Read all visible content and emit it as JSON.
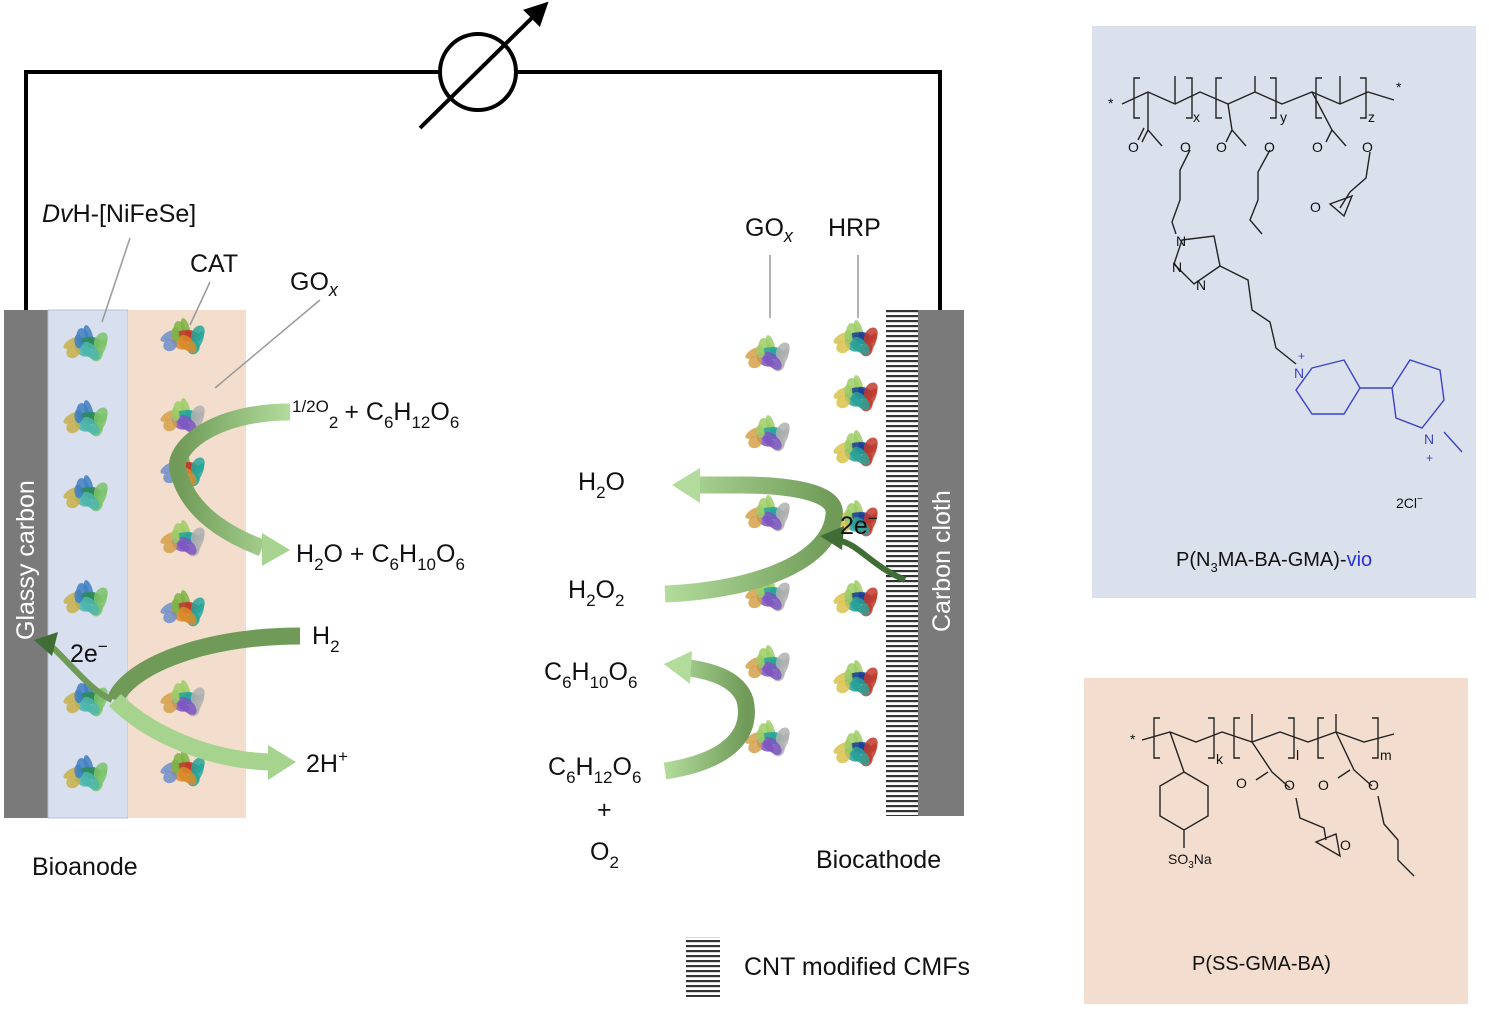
{
  "bioanode": {
    "label": "Bioanode",
    "electrode": "Glassy carbon",
    "enzyme_prefix": "Dv",
    "enzyme_main": "H-[NiFeSe]",
    "cat": "CAT",
    "gox": "GO",
    "gox_sub": "x",
    "reaction_top_left": "1/2O",
    "reaction_top_rest": "+ C",
    "products_top": "H",
    "products_top_mid": "O + C",
    "h2": "H",
    "two_h": "2H",
    "electrons": "2e",
    "electrons_sup": "−",
    "plus_sup": "+"
  },
  "biocathode": {
    "label": "Biocathode",
    "electrode": "Carbon cloth",
    "gox": "GO",
    "gox_sub": "x",
    "hrp": "HRP",
    "water": "H",
    "water_o": "O",
    "peroxide": "H",
    "peroxide_o": "O",
    "gluconolactone": "C",
    "glucose": "C",
    "plus": "+",
    "oxygen": "O",
    "electrons": "2e",
    "electrons_sup": "−",
    "sub2": "2",
    "sub6": "6",
    "sub10": "10",
    "sub12": "12",
    "letter_h": "H",
    "letter_o": "O"
  },
  "legend": {
    "cnt": "CNT modified CMFs"
  },
  "polymer_vio": {
    "name_prefix": "P(N",
    "name_sub": "3",
    "name_mid": "MA-BA-GMA)-",
    "name_vio": "vio",
    "counter_ion": "2Cl",
    "counter_sup": "−",
    "bg_color": "#dbe1ec",
    "vio_color": "#3a43c8",
    "atoms": [
      "O",
      "O",
      "O",
      "O",
      "O",
      "O",
      "O",
      "N",
      "N",
      "N",
      "N",
      "N",
      "+",
      "+",
      "x",
      "y",
      "z",
      "*",
      "*"
    ]
  },
  "polymer_ss": {
    "name": "P(SS-GMA-BA)",
    "sulfonate": "SO",
    "sulfonate_sub": "3",
    "sulfonate_na": "Na",
    "bg_color": "#f3ddce",
    "atoms": [
      "O",
      "O",
      "O",
      "O",
      "O",
      "k",
      "l",
      "m",
      "*"
    ]
  },
  "colors": {
    "hydrogenase_layer": "#d8dfee",
    "cat_layer": "#f3ddcc",
    "electrode_gray": "#7a7a7a",
    "arrow_dark": "#6f9a57",
    "arrow_light": "#a6d48e"
  }
}
